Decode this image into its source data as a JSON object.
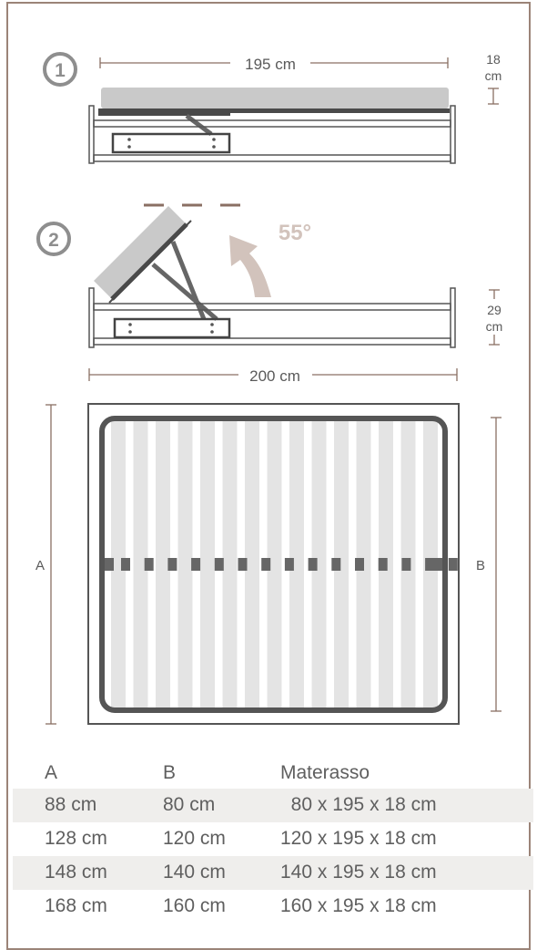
{
  "diagram1": {
    "step": "1",
    "length_label": "195 cm",
    "height_top": "18",
    "height_unit": "cm"
  },
  "diagram2": {
    "step": "2",
    "angle_label": "55°",
    "height_top": "29",
    "height_unit": "cm",
    "length_label": "200 cm"
  },
  "plan": {
    "left_label": "A",
    "right_label": "B"
  },
  "table": {
    "headers": [
      "A",
      "B",
      "Materasso"
    ],
    "rows": [
      [
        "88 cm",
        "80 cm",
        "  80 x 195 x 18 cm"
      ],
      [
        "128 cm",
        "120 cm",
        "120 x 195 x 18 cm"
      ],
      [
        "148 cm",
        "140 cm",
        "140 x 195 x 18 cm"
      ],
      [
        "168 cm",
        "160 cm",
        "160 x 195 x 18 cm"
      ]
    ]
  },
  "colors": {
    "frame": "#9b8478",
    "dimension": "#8a6f63",
    "accent": "#d2c3bc",
    "mattress": "#c9c9c9",
    "bed": "#555555"
  }
}
